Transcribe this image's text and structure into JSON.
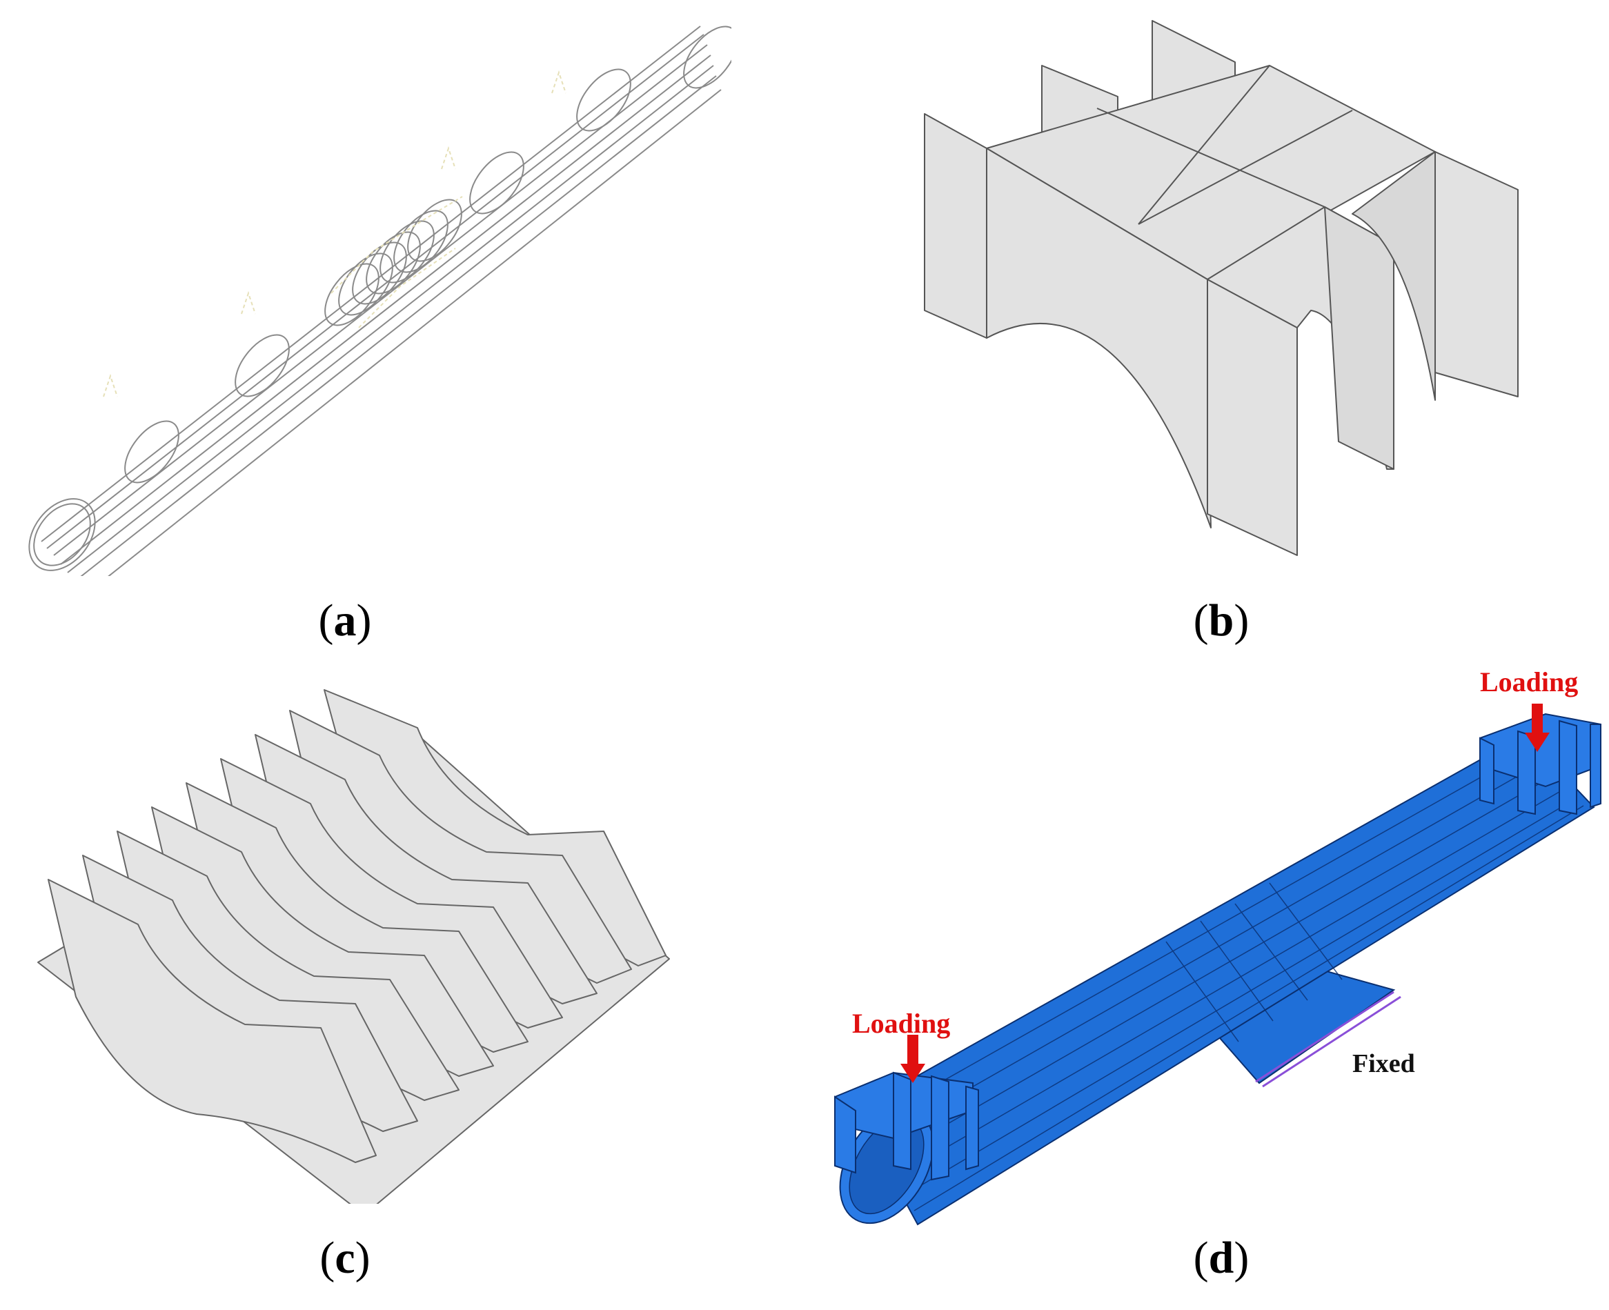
{
  "panels": [
    {
      "id": "a",
      "caption": "a"
    },
    {
      "id": "b",
      "caption": "b"
    },
    {
      "id": "c",
      "caption": "c"
    },
    {
      "id": "d",
      "caption": "d"
    }
  ],
  "annotations": {
    "loading_right": "Loading",
    "loading_left": "Loading",
    "fixed": "Fixed"
  },
  "colors": {
    "wire": "#8a8a8a",
    "plate_fill": "#e2e2e2",
    "plate_edge": "#555555",
    "model_blue": "#1f6fd8",
    "model_edge": "#0a2f70",
    "load_red": "#e01010",
    "fixed_purple": "#8a4fd8"
  }
}
